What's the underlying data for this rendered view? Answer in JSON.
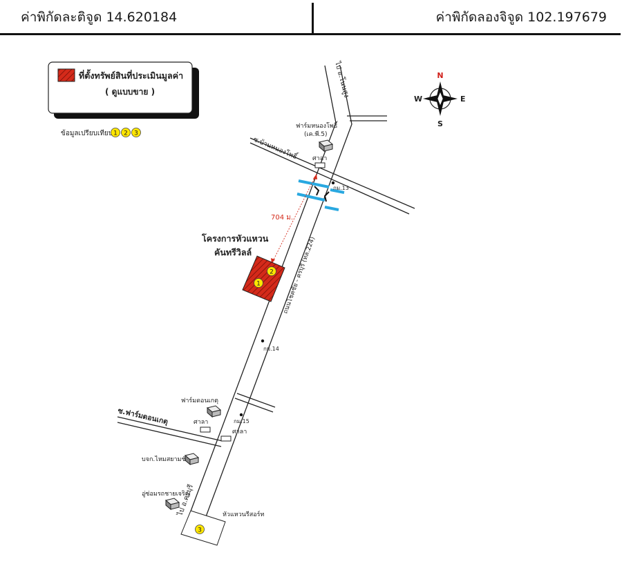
{
  "header": {
    "latitude_label": "ค่าพิกัดละติจูด 14.620184",
    "longitude_label": "ค่าพิกัดลองจิจูด 102.197679"
  },
  "legend": {
    "line1": "ที่ตั้งทรัพย์สินที่ประเมินมูลค่า",
    "line2": "( ดูแบบขาย )",
    "swatch_color": "#d42a1a"
  },
  "comparables_note": {
    "label": "ข้อมูลเปรียบเทียบ",
    "markers": [
      "1",
      "2",
      "3"
    ]
  },
  "compass": {
    "n": "N",
    "s": "S",
    "e": "E",
    "w": "W",
    "n_color": "#d0201a"
  },
  "map": {
    "road_top_label": "ไป อ.โนนสูง",
    "road_bottom_label": "ไป อ.ครบุรี",
    "highway_label": "ถนนโชคชัย - ครบุรี (ทล.224)",
    "distance_label": "704 ม.",
    "project_name_line1": "โครงการหัวแหวน",
    "project_name_line2": "คันทรีวิลล์",
    "side_road_top": "ซ.บ้านหนองโพธิ์",
    "side_road_bottom": "ซ.ฟาร์มดอนเกตุ",
    "farm_nongpho_line1": "ฟาร์มหนองโพธิ์",
    "farm_nongpho_line2": "(เค.พี.5)",
    "sala_1": "ศาลา",
    "sala_2": "ศาลา",
    "sala_3": "ศาลา",
    "km13": "กม.13",
    "km14": "กม.14",
    "km15": "กม.15",
    "farm_donket": "ฟาร์มดอนเกตุ",
    "shop_tiles": "บจก.ไหมสยามชัย",
    "garage": "อู่ซ่อมรถชายเจริญ",
    "resort": "หัวแหวนรีสอร์ท",
    "marker_1": "1",
    "marker_2": "2",
    "marker_3": "3",
    "highlight_color": "#d42a1a",
    "marker_color": "#ffe600",
    "bridge_color": "#29a8e0"
  }
}
